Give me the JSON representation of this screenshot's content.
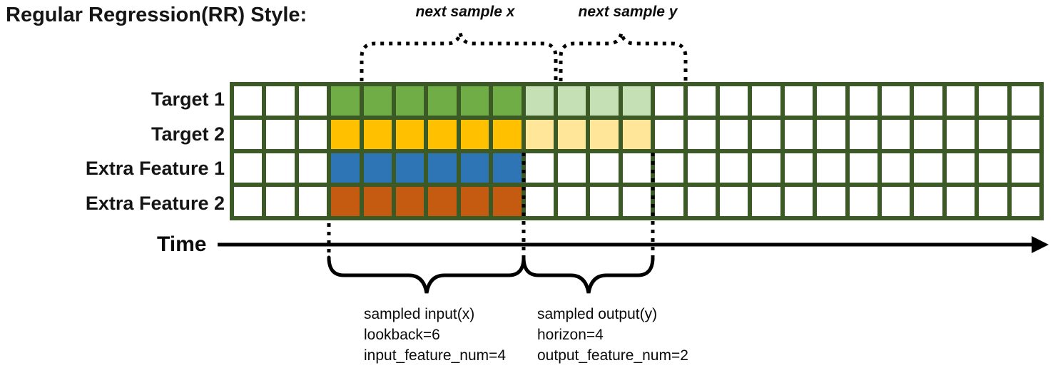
{
  "header": {
    "title": "Regular Regression(RR) Style:"
  },
  "annotations": {
    "next_sample_x": "next sample x",
    "next_sample_y": "next sample y",
    "input_block": {
      "line1": "sampled input(x)",
      "line2": "lookback=6",
      "line3": "input_feature_num=4"
    },
    "output_block": {
      "line1": "sampled output(y)",
      "line2": "horizon=4",
      "line3": "output_feature_num=2"
    }
  },
  "timeline": {
    "label": "Time"
  },
  "grid": {
    "total_cols": 25,
    "input_start_col": 3,
    "lookback": 6,
    "horizon": 4,
    "border_color": "#3C5A25",
    "cell_color": "#FFFFFF",
    "rows": [
      {
        "label": "Target 1",
        "input_color": "#70AD47",
        "output_color": "#C5E0B4"
      },
      {
        "label": "Target 2",
        "input_color": "#FFC000",
        "output_color": "#FFE699"
      },
      {
        "label": "Extra Feature 1",
        "input_color": "#2E75B6",
        "output_color": ""
      },
      {
        "label": "Extra Feature 2",
        "input_color": "#C55A11",
        "output_color": ""
      }
    ]
  },
  "colors": {
    "brace_and_text": "#000000"
  }
}
